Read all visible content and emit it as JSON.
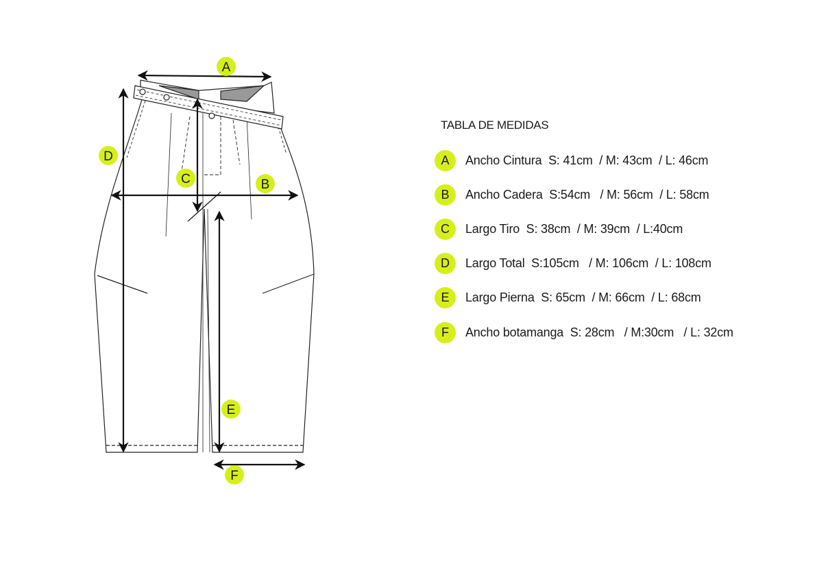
{
  "title": "TABLA DE MEDIDAS",
  "accent_color": "#d6ef1c",
  "measurements": [
    {
      "letter": "A",
      "text": "Ancho Cintura  S: 41cm  / M: 43cm  / L: 46cm"
    },
    {
      "letter": "B",
      "text": "Ancho Cadera  S:54cm   / M: 56cm  / L: 58cm"
    },
    {
      "letter": "C",
      "text": "Largo Tiro  S: 38cm  / M: 39cm  / L:40cm"
    },
    {
      "letter": "D",
      "text": "Largo Total  S:105cm   / M: 106cm  / L: 108cm"
    },
    {
      "letter": "E",
      "text": "Largo Pierna  S: 65cm  / M: 66cm  / L: 68cm"
    },
    {
      "letter": "F",
      "text": "Ancho botamanga  S: 28cm   / M:30cm   / L: 32cm"
    }
  ]
}
